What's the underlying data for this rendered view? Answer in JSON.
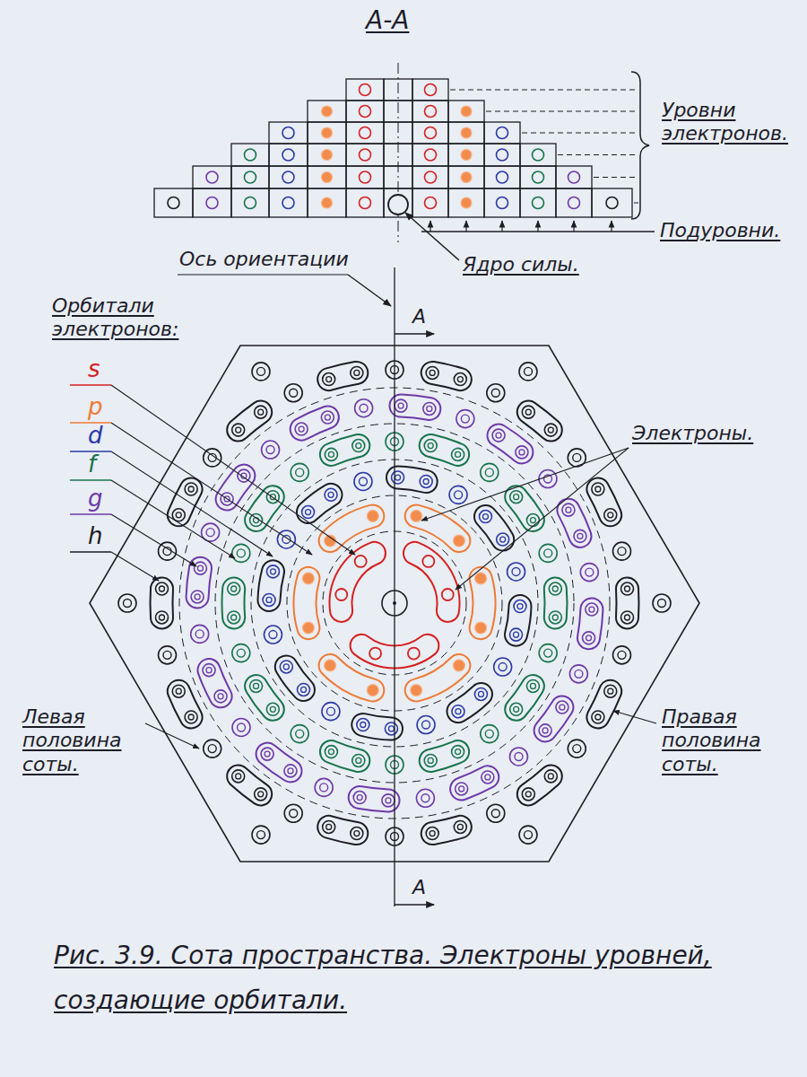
{
  "diagram": {
    "caption": "Рис. 3.9. Сота пространства. Электроны уровней, создающие орбитали.",
    "labels": [
      "А-А",
      "Уровни электронов.",
      "Подуровни.",
      "Ядро силы.",
      "Ось ориентации",
      "А",
      "Орбитали электронов:",
      "s",
      "p",
      "d",
      "f",
      "g",
      "h",
      "Электроны.",
      "Левая половина соты.",
      "Правая половина соты.",
      "А"
    ]
  }
}
